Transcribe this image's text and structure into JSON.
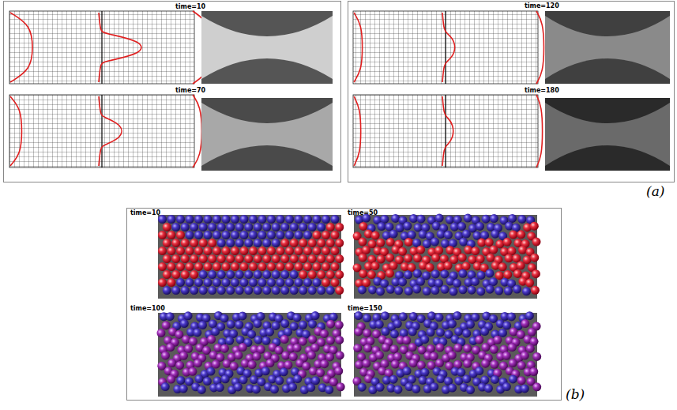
{
  "diagram": {
    "labels": [
      "time=10",
      "time=70",
      "time=120",
      "time=180",
      "(a)",
      "time=10",
      "time=50",
      "time=100",
      "time=150",
      "(b)"
    ]
  }
}
